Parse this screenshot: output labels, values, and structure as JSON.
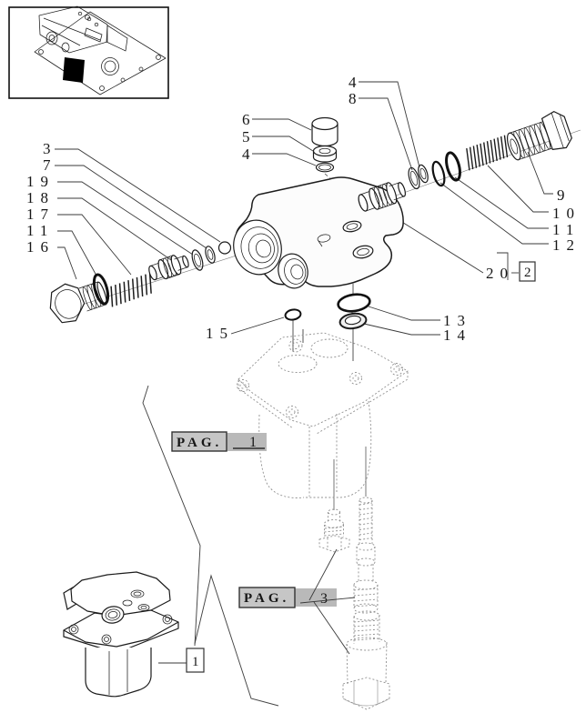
{
  "drawing": {
    "type": "exploded-parts-diagram",
    "page_background": "#ffffff",
    "line_color": "#1c1c1c",
    "ghost_line_color": "#8f8f8f",
    "highlight_color": "#b9b9b9"
  },
  "callouts": {
    "cap_stack": {
      "cap": "6",
      "nut": "5",
      "oring": "4"
    },
    "top": {
      "washer": "4",
      "ring": "8"
    },
    "left": {
      "ball": "3",
      "washer": "7",
      "ring": "19",
      "spool": "18",
      "spring": "17",
      "oring": "11",
      "plug": "16"
    },
    "right": {
      "plug": "9",
      "spring": "10",
      "oring_a": "11",
      "oring_b": "12"
    },
    "below": {
      "oring_large": "13",
      "seal": "14",
      "oring_small": "15"
    },
    "spool_group": {
      "number": "20",
      "ref_box": "2"
    },
    "assembly_ref_box": "1"
  },
  "page_refs": {
    "pag1": {
      "label": "PAG.",
      "page": "1"
    },
    "pag3": {
      "label": "PAG.",
      "page": "3"
    }
  }
}
